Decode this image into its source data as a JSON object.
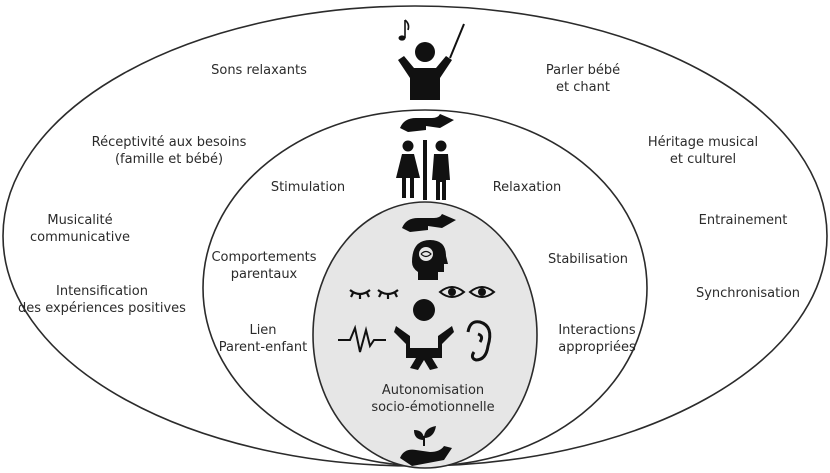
{
  "outer_ring": {
    "left": [
      {
        "id": "sons",
        "lines": [
          "Sons relaxants"
        ]
      },
      {
        "id": "receptivite",
        "lines": [
          "Réceptivité aux besoins",
          "(famille et bébé)"
        ]
      },
      {
        "id": "musicalite",
        "lines": [
          "Musicalité",
          "communicative"
        ]
      },
      {
        "id": "intensification",
        "lines": [
          "Intensification",
          "des expériences positives"
        ]
      }
    ],
    "right": [
      {
        "id": "parler",
        "lines": [
          "Parler bébé",
          "et chant"
        ]
      },
      {
        "id": "heritage",
        "lines": [
          "Héritage musical",
          "et culturel"
        ]
      },
      {
        "id": "entrainement",
        "lines": [
          "Entrainement"
        ]
      },
      {
        "id": "synchronisation",
        "lines": [
          "Synchronisation"
        ]
      }
    ]
  },
  "middle_ring": {
    "left": [
      {
        "id": "stimulation",
        "lines": [
          "Stimulation"
        ]
      },
      {
        "id": "comportements",
        "lines": [
          "Comportements",
          "parentaux"
        ]
      },
      {
        "id": "lien",
        "lines": [
          "Lien",
          "Parent-enfant"
        ]
      }
    ],
    "right": [
      {
        "id": "relaxation",
        "lines": [
          "Relaxation"
        ]
      },
      {
        "id": "stabilisation",
        "lines": [
          "Stabilisation"
        ]
      },
      {
        "id": "interactions",
        "lines": [
          "Interactions",
          "appropriées"
        ]
      }
    ]
  },
  "inner_ring": {
    "center": {
      "id": "autonomisation",
      "lines": [
        "Autonomisation",
        "socio-émotionnelle"
      ]
    }
  },
  "colors": {
    "stroke": "#2b2b2b",
    "inner_fill": "#e6e6e6",
    "icon": "#111111"
  },
  "icons": [
    "conductor-icon",
    "giving-hand-icon",
    "parents-icon",
    "giving-hand-icon",
    "brain-head-icon",
    "closed-eyes-icon",
    "open-eyes-icon",
    "heartbeat-icon",
    "baby-icon",
    "ear-icon",
    "hand-with-plant-icon"
  ]
}
